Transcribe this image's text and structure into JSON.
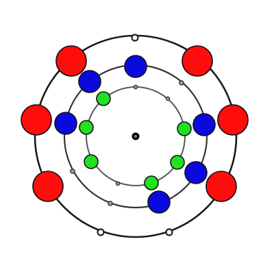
{
  "diagram": {
    "center": {
      "color": "#000000"
    },
    "rings": [
      {
        "name": "inner",
        "stroke": "#555555",
        "ball_color": "#22e022",
        "ball_count": 6,
        "marker_count": 4
      },
      {
        "name": "middle",
        "stroke": "#333333",
        "ball_color": "#0a0adf",
        "ball_count": 6,
        "marker_count": 4
      },
      {
        "name": "outer",
        "stroke": "#1a1a1a",
        "ball_color": "#ff0d0d",
        "ball_count": 6,
        "marker_count": 3
      }
    ]
  }
}
